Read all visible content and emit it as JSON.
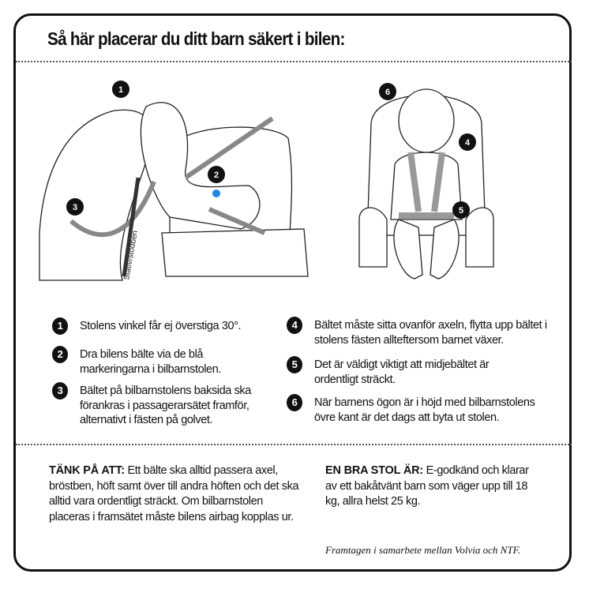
{
  "title": "Så här placerar du ditt barn säkert i bilen:",
  "illustration_left": {
    "stand_label": "Stativ/stödben",
    "markers": [
      "1",
      "2",
      "3"
    ],
    "accent_color": "#1e88e5"
  },
  "illustration_right": {
    "markers": [
      "6",
      "4",
      "5"
    ]
  },
  "steps_left": [
    {
      "num": "1",
      "text": "Stolens vinkel får ej överstiga 30°."
    },
    {
      "num": "2",
      "text": "Dra bilens bälte via de blå markeringarna i bilbarnstolen."
    },
    {
      "num": "3",
      "text": "Bältet på bilbarnstolens baksida ska förankras i passagerarsätet framför, alternativt i fästen på golvet."
    }
  ],
  "steps_right": [
    {
      "num": "4",
      "text": "Bältet måste sitta ovanför axeln, flytta upp bältet i stolens fästen allteftersom barnet växer."
    },
    {
      "num": "5",
      "text": "Det är väldigt viktigt att midjebältet är ordentligt sträckt."
    },
    {
      "num": "6",
      "text": "När barnens ögon är i höjd med bilbarnstolens övre kant är det dags att byta ut stolen."
    }
  ],
  "tips": {
    "heading": "TÄNK PÅ ATT:",
    "text": "Ett bälte ska alltid passera axel, bröstben, höft samt över till andra höften och det ska alltid vara ordentligt sträckt. Om bilbarnstolen placeras i framsätet måste bilens airbag kopplas ur."
  },
  "good_seat": {
    "heading": "EN BRA STOL ÄR:",
    "text": "E-godkänd och klarar av ett bakåtvänt barn som väger upp till 18 kg, allra helst 25 kg."
  },
  "credit": "Framtagen i samarbete mellan Volvia och NTF."
}
